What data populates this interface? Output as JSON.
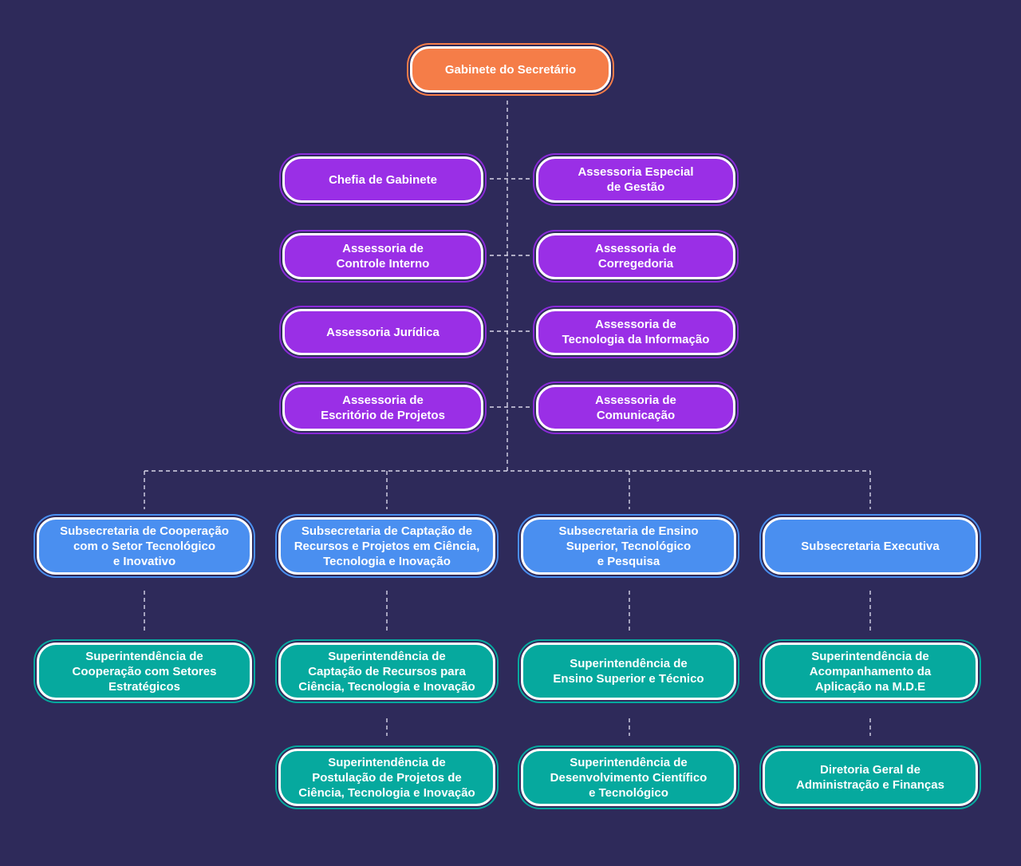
{
  "org": {
    "top": {
      "id": "gabinete",
      "label": "Gabinete do Secretário"
    },
    "advisory": [
      {
        "id": "chefia",
        "label": "Chefia de Gabinete"
      },
      {
        "id": "esp-gestao",
        "label": "Assessoria Especial\nde Gestão"
      },
      {
        "id": "controle",
        "label": "Assessoria de\nControle Interno"
      },
      {
        "id": "corregedoria",
        "label": "Assessoria de\nCorregedoria"
      },
      {
        "id": "juridica",
        "label": "Assessoria Jurídica"
      },
      {
        "id": "ti",
        "label": "Assessoria de\nTecnologia da Informação"
      },
      {
        "id": "projetos",
        "label": "Assessoria de\nEscritório de Projetos"
      },
      {
        "id": "comunicacao",
        "label": "Assessoria de\nComunicação"
      }
    ],
    "subsecretarias": [
      {
        "id": "cooperacao",
        "label": "Subsecretaria de Cooperação\ncom o Setor Tecnológico\ne Inovativo",
        "children": [
          {
            "id": "sup-cooperacao",
            "label": "Superintendência de\nCooperação com Setores\nEstratégicos"
          }
        ]
      },
      {
        "id": "captacao",
        "label": "Subsecretaria de Captação de\nRecursos e Projetos em Ciência,\nTecnologia e Inovação",
        "children": [
          {
            "id": "sup-captacao",
            "label": "Superintendência de\nCaptação de Recursos para\nCiência, Tecnologia e Inovação"
          },
          {
            "id": "sup-postulacao",
            "label": "Superintendência de\nPostulação de Projetos de\nCiência, Tecnologia e Inovação"
          }
        ]
      },
      {
        "id": "ensino",
        "label": "Subsecretaria de Ensino\nSuperior, Tecnológico\ne Pesquisa",
        "children": [
          {
            "id": "sup-ensino",
            "label": "Superintendência de\nEnsino Superior e Técnico"
          },
          {
            "id": "sup-desenv",
            "label": "Superintendência de\nDesenvolvimento Científico\ne Tecnológico"
          }
        ]
      },
      {
        "id": "executiva",
        "label": "Subsecretaria Executiva",
        "children": [
          {
            "id": "sup-mde",
            "label": "Superintendência de\nAcompanhamento da\nAplicação na M.D.E"
          },
          {
            "id": "dir-adm",
            "label": "Diretoria Geral de\nAdministração e Finanças"
          }
        ]
      }
    ]
  },
  "colors": {
    "background": "#2e2a5a",
    "top": "#f57d48",
    "advisory": "#9a2fe6",
    "subsecretaria": "#4a8ff0",
    "superintendencia": "#06a99e",
    "connector": "#d8d6e8"
  }
}
